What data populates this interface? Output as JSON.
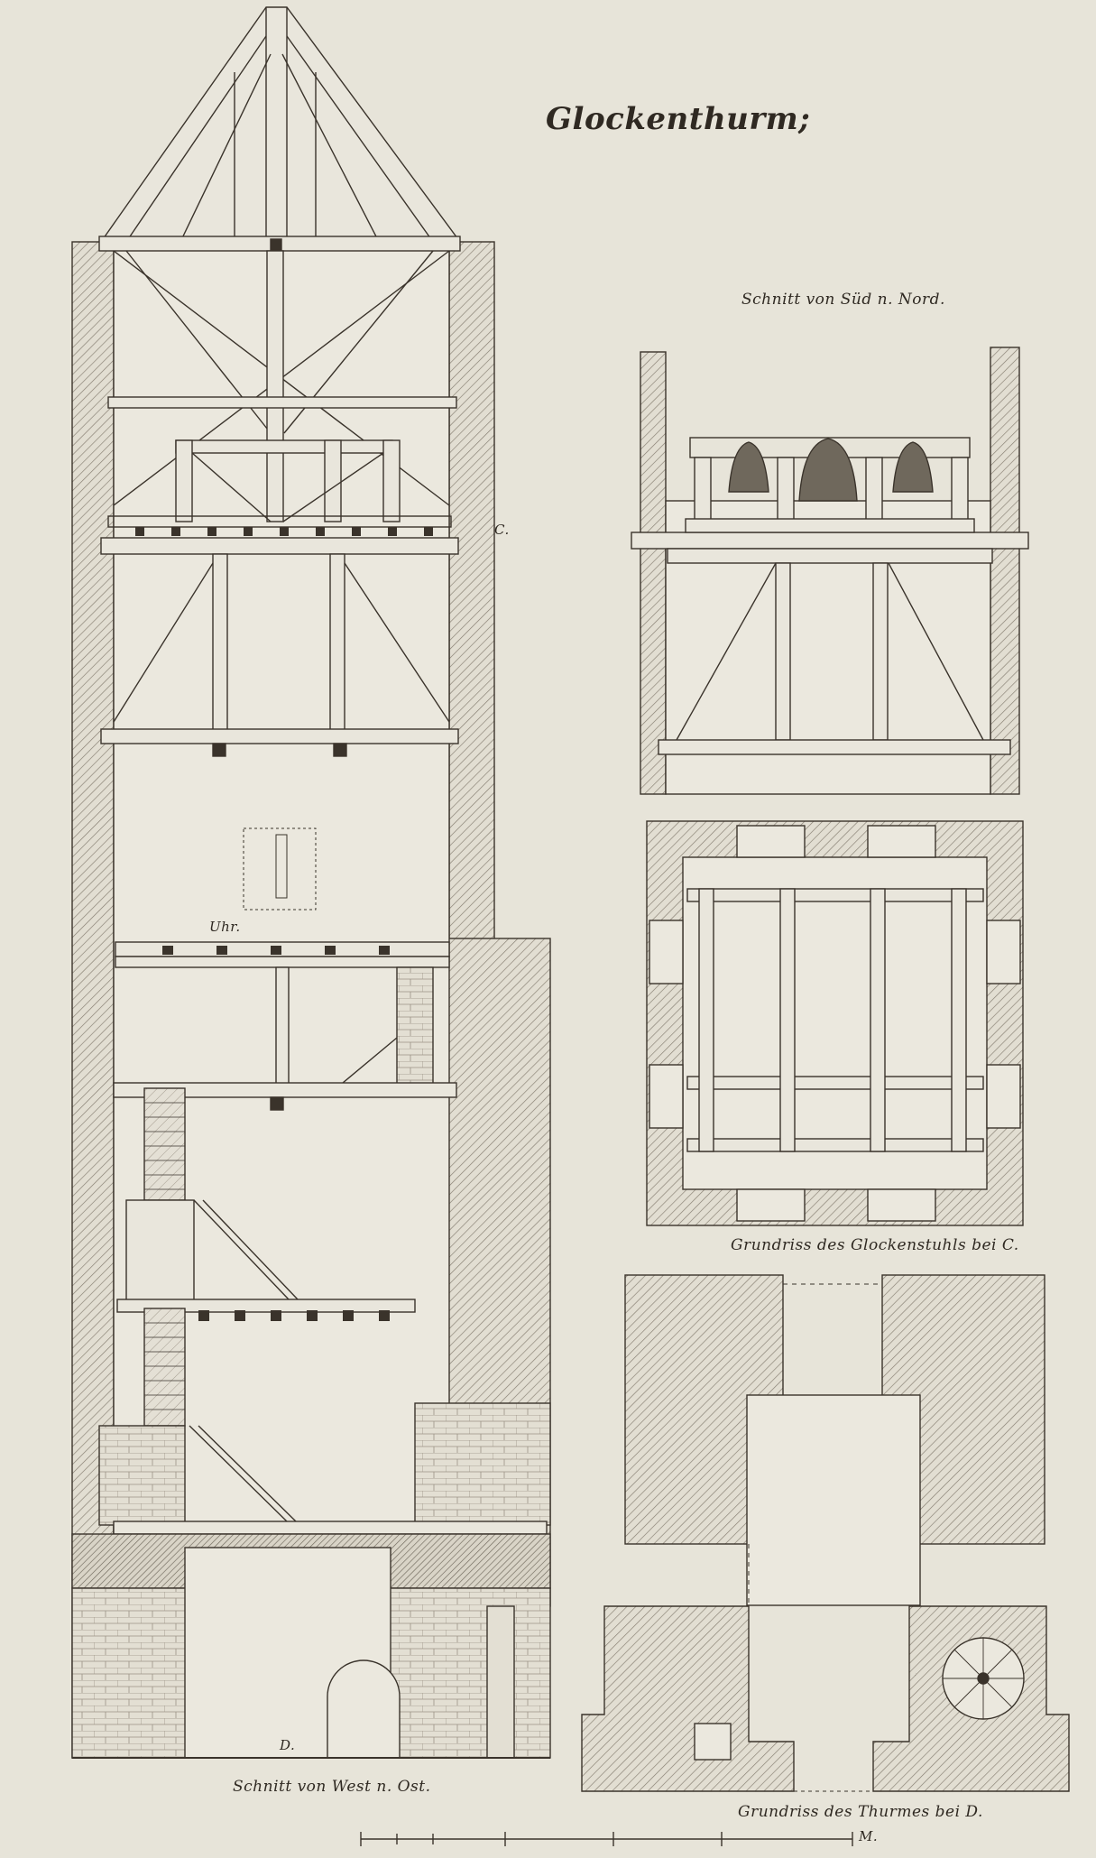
{
  "sheet": {
    "title": "Glockenthurm;",
    "colors": {
      "paper": "#e7e4d9",
      "ink": "#3a332b",
      "hatch": "#8a8276"
    }
  },
  "section_west_east": {
    "caption": "Schnitt von West n. Ost.",
    "marker_c": "C.",
    "marker_d": "D.",
    "label_uhr": "Uhr."
  },
  "section_south_north": {
    "caption": "Schnitt von Süd n. Nord."
  },
  "plan_bell_floor": {
    "caption": "Grundriss des Glockenstuhls bei C."
  },
  "plan_tower": {
    "caption": "Grundriss des Thurmes bei D."
  },
  "scale_bar": {
    "end_label": "M."
  }
}
